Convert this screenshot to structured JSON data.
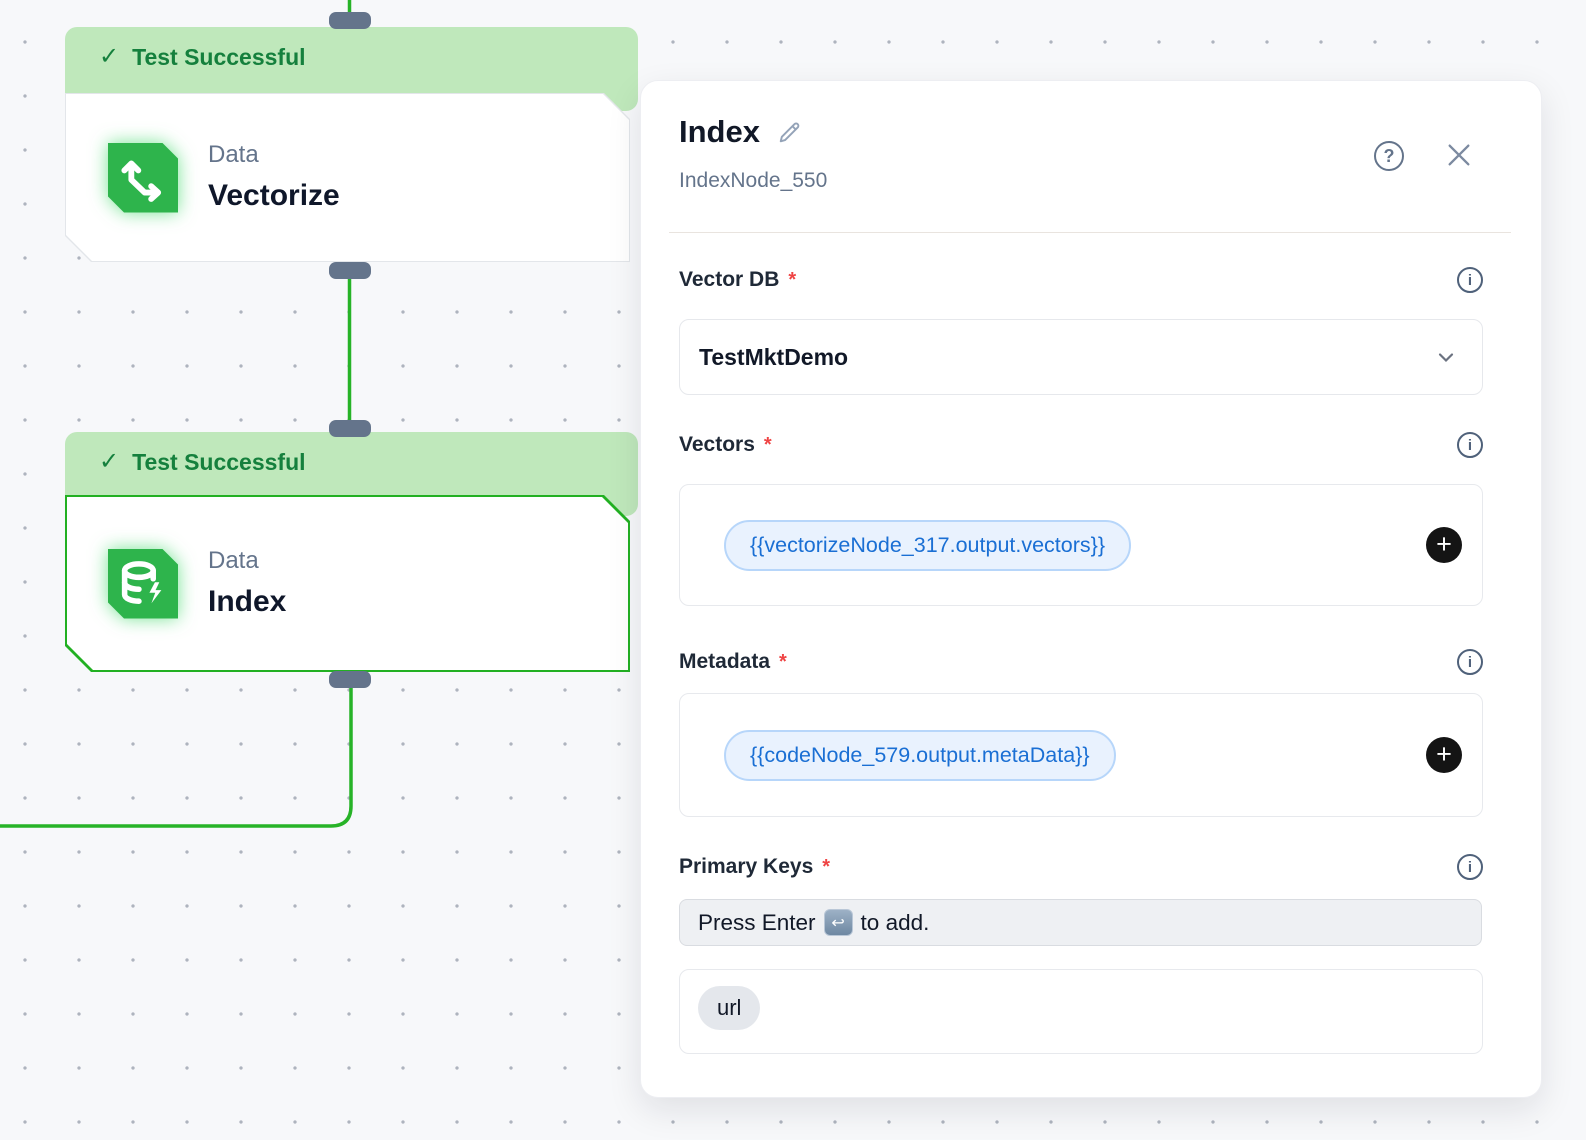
{
  "canvas": {
    "nodes": [
      {
        "status": "Test Successful",
        "check": "✓",
        "category": "Data",
        "title": "Vectorize",
        "selected": false
      },
      {
        "status": "Test Successful",
        "check": "✓",
        "category": "Data",
        "title": "Index",
        "selected": true
      }
    ],
    "colors": {
      "wire_green": "#27b327",
      "banner_green": "#bfe8bb",
      "status_text_green": "#15803d",
      "selected_border_green": "#22b022",
      "port_slate": "#64748b",
      "icon_green": "#2eb44c"
    }
  },
  "panel": {
    "title": "Index",
    "subtitle": "IndexNode_550",
    "help_label": "?",
    "required_marker": "*",
    "info_glyph": "i",
    "plus_glyph": "+",
    "fields": [
      {
        "label": "Vector DB",
        "value": "TestMktDemo"
      },
      {
        "label": "Vectors",
        "chips": [
          "{{vectorizeNode_317.output.vectors}}"
        ]
      },
      {
        "label": "Metadata",
        "chips": [
          "{{codeNode_579.output.metaData}}"
        ]
      },
      {
        "label": "Primary Keys",
        "placeholder_prefix": "Press Enter",
        "enter_key_symbol": "↩",
        "placeholder_suffix": "to add.",
        "tags": [
          "url"
        ]
      }
    ],
    "colors": {
      "chip_bg": "#e9f2fe",
      "chip_border": "#b7d6fa",
      "chip_text": "#1a6fd4",
      "required_red": "#ef4444"
    }
  }
}
